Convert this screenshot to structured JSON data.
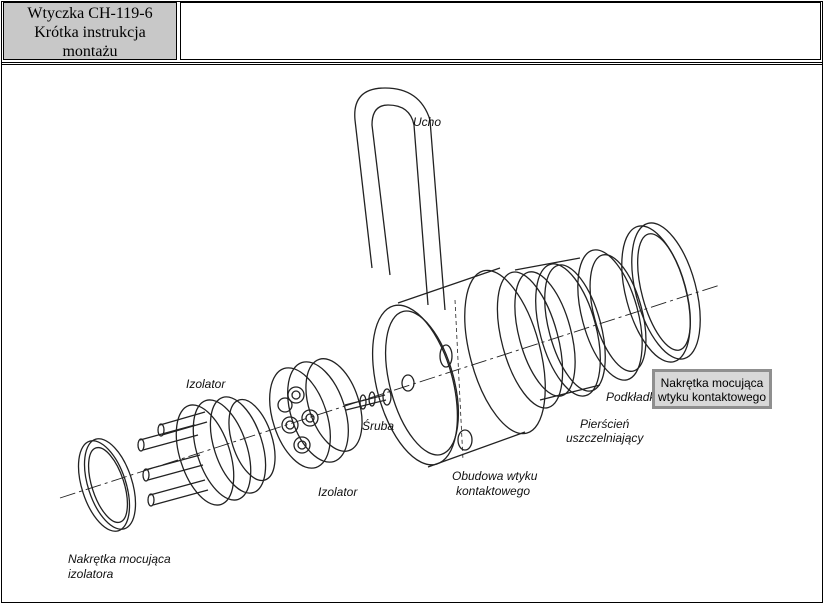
{
  "header": {
    "title_lines": [
      "Wtyczka CH-119-6",
      "Krótka instrukcja",
      "montażu"
    ]
  },
  "labels": {
    "ucho": "Ucho",
    "izolator_top": "Izolator",
    "izolator_bottom": "Izolator",
    "sruba": "Śruba",
    "obudowa_line1": "Obudowa wtyku",
    "obudowa_line2": "kontaktowego",
    "podkladka": "Podkładka",
    "pierscien_line1": "Pierścień",
    "pierscien_line2": "uszczelniający",
    "nakretka_izolatora_line1": "Nakrętka mocująca",
    "nakretka_izolatora_line2": "izolatora",
    "nakretka_wtyku_line1": "Nakrętka mocująca",
    "nakretka_wtyku_line2": "wtyku kontaktowego"
  },
  "colors": {
    "callout_outer": "#8f8f8f",
    "callout_inner": "#d8d8d8",
    "title_background": "#c8c8c8"
  }
}
